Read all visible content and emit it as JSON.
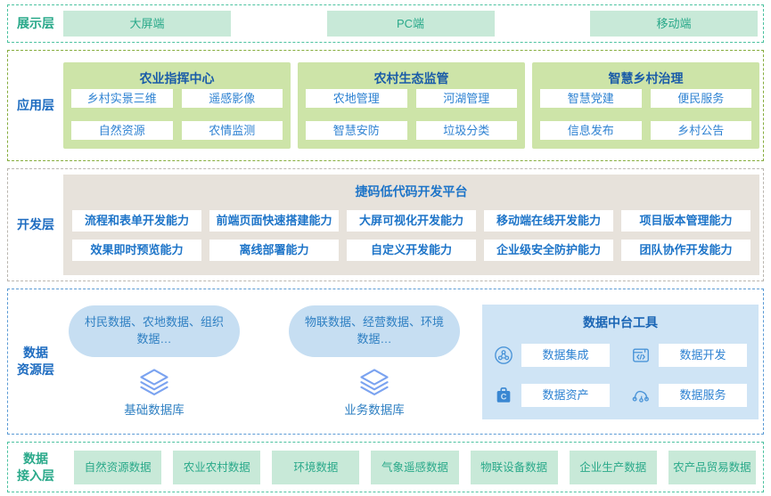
{
  "layers": {
    "presentation": {
      "label": "展示层",
      "items": [
        "大屏端",
        "PC端",
        "移动端"
      ]
    },
    "application": {
      "label": "应用层",
      "cards": [
        {
          "title": "农业指挥中心",
          "items": [
            "乡村实景三维",
            "遥感影像",
            "自然资源",
            "农情监测"
          ]
        },
        {
          "title": "农村生态监管",
          "items": [
            "农地管理",
            "河湖管理",
            "智慧安防",
            "垃圾分类"
          ]
        },
        {
          "title": "智慧乡村治理",
          "items": [
            "智慧党建",
            "便民服务",
            "信息发布",
            "乡村公告"
          ]
        }
      ]
    },
    "development": {
      "label": "开发层",
      "platform_title": "捷码低代码开发平台",
      "row1": [
        "流程和表单开发能力",
        "前端页面快速搭建能力",
        "大屏可视化开发能力",
        "移动端在线开发能力",
        "项目版本管理能力"
      ],
      "row2": [
        "效果即时预览能力",
        "离线部署能力",
        "自定义开发能力",
        "企业级安全防护能力",
        "团队协作开发能力"
      ]
    },
    "data_resource": {
      "label": "数据\n资源层",
      "databases": [
        {
          "pill": "村民数据、农地数据、组织数据…",
          "name": "基础数据库"
        },
        {
          "pill": "物联数据、经营数据、环境数据…",
          "name": "业务数据库"
        }
      ],
      "tools": {
        "title": "数据中台工具",
        "items": [
          {
            "icon": "data-integration-icon",
            "label": "数据集成"
          },
          {
            "icon": "data-development-icon",
            "label": "数据开发"
          },
          {
            "icon": "data-asset-icon",
            "label": "数据资产"
          },
          {
            "icon": "data-service-icon",
            "label": "数据服务"
          }
        ]
      }
    },
    "data_access": {
      "label": "数据\n接入层",
      "items": [
        "自然资源数据",
        "农业农村数据",
        "环境数据",
        "气象遥感数据",
        "物联设备数据",
        "企业生产数据",
        "农产品贸易数据"
      ]
    }
  },
  "colors": {
    "teal_border": "#4cc2a0",
    "teal_text": "#2aa98a",
    "mint_bg": "#c8e9d8",
    "blue_label": "#1e6cc0",
    "olive_border": "#85ac3c",
    "green_card_bg": "#cde4a8",
    "card_title_blue": "#1a5ca8",
    "item_blue": "#2e82d2",
    "gray_border": "#bab6af",
    "beige_card_bg": "#e7e2db",
    "dev_text_blue": "#1d74c8",
    "blue_border": "#5b9bd5",
    "pill_bg": "#c6def2",
    "pill_text": "#2e7fc2",
    "tools_card_bg": "#cfe4f5",
    "tool_icon_blue": "#4a94d8",
    "db_icon_blue": "#7ba3f0"
  }
}
